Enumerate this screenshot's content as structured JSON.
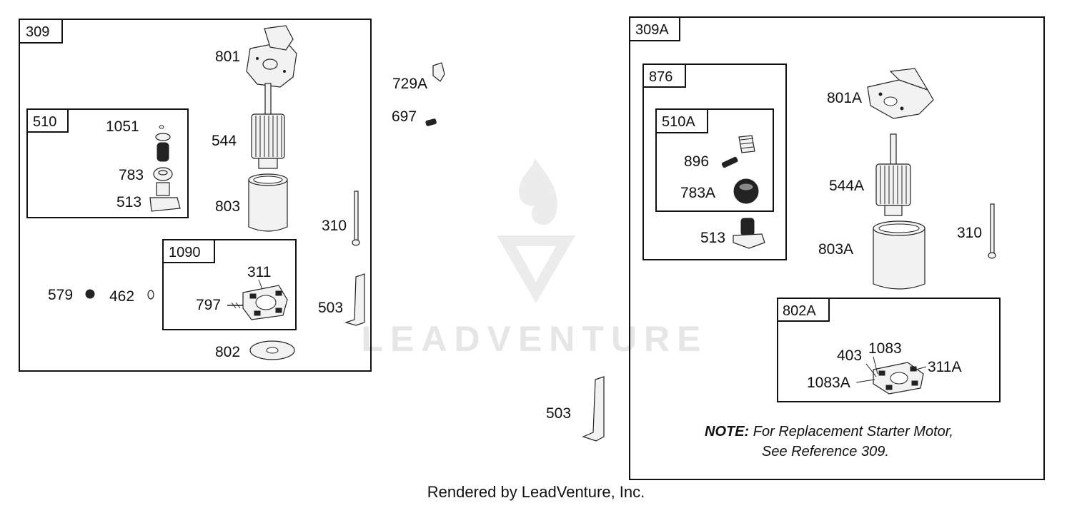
{
  "footer": "Rendered by LeadVenture, Inc.",
  "watermark": "LEADVENTURE",
  "boxes": {
    "b309": "309",
    "b510": "510",
    "b1090": "1090",
    "b309A": "309A",
    "b876": "876",
    "b510A": "510A",
    "b802A": "802A"
  },
  "labels": {
    "l801": "801",
    "l544": "544",
    "l803": "803",
    "l1051": "1051",
    "l783": "783",
    "l513": "513",
    "l311": "311",
    "l797": "797",
    "l802": "802",
    "l579": "579",
    "l462": "462",
    "l310a": "310",
    "l503a": "503",
    "l729A": "729A",
    "l697": "697",
    "l503b": "503",
    "l801A": "801A",
    "l544A": "544A",
    "l803A": "803A",
    "l310b": "310",
    "l896": "896",
    "l783A": "783A",
    "l513b": "513",
    "l403": "403",
    "l1083": "1083",
    "l1083A": "1083A",
    "l311A": "311A"
  },
  "note": {
    "bold": "NOTE:",
    "line1": " For Replacement Starter Motor,",
    "line2": "See Reference 309."
  }
}
